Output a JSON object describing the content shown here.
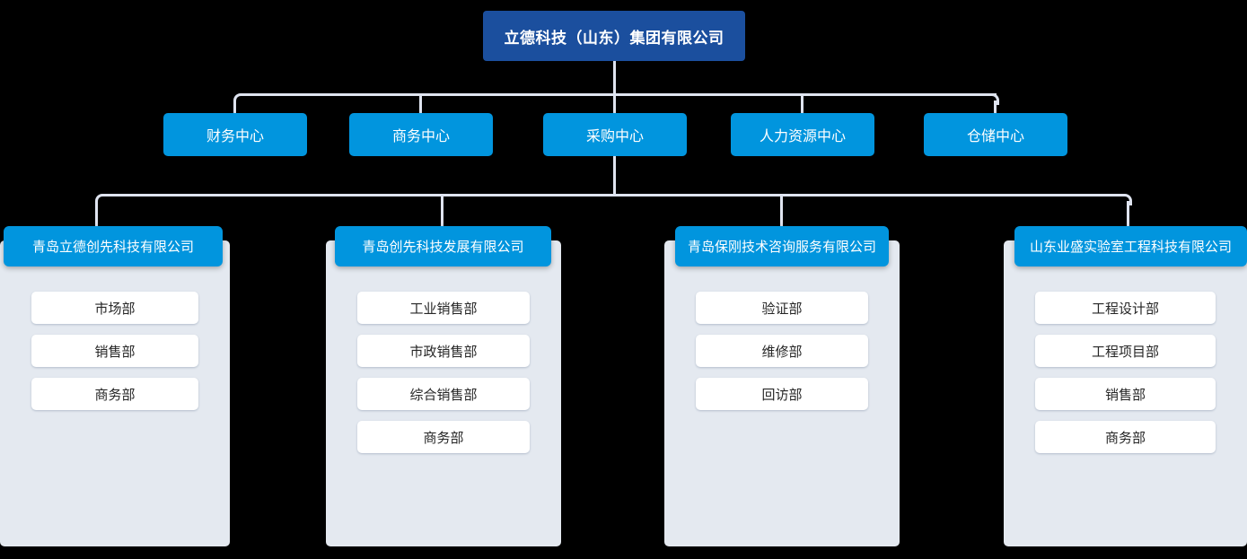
{
  "chart_title": "立德科技（山东）集团有限公司",
  "colors": {
    "root_box": "#1b4f9e",
    "center_box": "#0195de",
    "subsidiary_header": "#0195de",
    "panel_background": "#e4e9f0",
    "dept_box": "#ffffff",
    "connector_line": "#dfe4f0",
    "page_background": "#000000",
    "dept_text": "#262626",
    "node_text": "#ffffff"
  },
  "root": {
    "label": "立德科技（山东）集团有限公司"
  },
  "centers": [
    {
      "label": "财务中心"
    },
    {
      "label": "商务中心"
    },
    {
      "label": "采购中心"
    },
    {
      "label": "人力资源中心"
    },
    {
      "label": "仓储中心"
    }
  ],
  "subsidiaries": [
    {
      "name": "青岛立德创先科技有限公司",
      "departments": [
        {
          "label": "市场部"
        },
        {
          "label": "销售部"
        },
        {
          "label": "商务部"
        }
      ]
    },
    {
      "name": "青岛创先科技发展有限公司",
      "departments": [
        {
          "label": "工业销售部"
        },
        {
          "label": "市政销售部"
        },
        {
          "label": "综合销售部"
        },
        {
          "label": "商务部"
        }
      ]
    },
    {
      "name": "青岛保刚技术咨询服务有限公司",
      "departments": [
        {
          "label": "验证部"
        },
        {
          "label": "维修部"
        },
        {
          "label": "回访部"
        }
      ]
    },
    {
      "name": "山东业盛实验室工程科技有限公司",
      "departments": [
        {
          "label": "工程设计部"
        },
        {
          "label": "工程项目部"
        },
        {
          "label": "销售部"
        },
        {
          "label": "商务部"
        }
      ]
    }
  ]
}
